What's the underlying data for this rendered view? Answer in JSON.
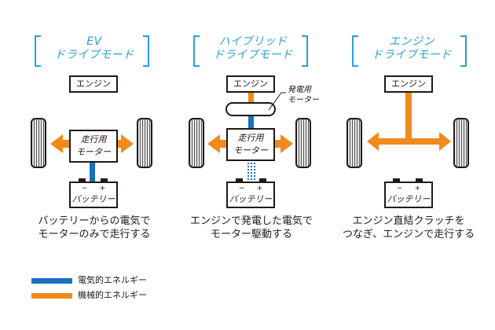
{
  "colors": {
    "electric": "#1a6fbf",
    "mechanical": "#f08a1c",
    "accent": "#2a9fd8"
  },
  "modes": [
    {
      "title_line1": "EV",
      "title_line2": "ドライブモード",
      "engine": "エンジン",
      "motor_line1": "走行用",
      "motor_line2": "モーター",
      "battery_minus": "−",
      "battery_plus": "+",
      "battery": "バッテリー",
      "caption_line1": "バッテリーからの電気で",
      "caption_line2": "モーターのみで走行する"
    },
    {
      "title_line1": "ハイブリッド",
      "title_line2": "ドライブモード",
      "engine": "エンジン",
      "generator_label_line1": "発電用",
      "generator_label_line2": "モーター",
      "motor_line1": "走行用",
      "motor_line2": "モーター",
      "battery_minus": "−",
      "battery_plus": "+",
      "battery": "バッテリー",
      "caption_line1": "エンジンで発電した電気で",
      "caption_line2": "モーター駆動する"
    },
    {
      "title_line1": "エンジン",
      "title_line2": "ドライブモード",
      "engine": "エンジン",
      "battery_minus": "−",
      "battery_plus": "+",
      "battery": "バッテリー",
      "caption_line1": "エンジン直結クラッチを",
      "caption_line2": "つなぎ、エンジンで走行する"
    }
  ],
  "legend": [
    {
      "label": "電気的エネルギー",
      "color": "#1a6fbf"
    },
    {
      "label": "機械的エネルギー",
      "color": "#f08a1c"
    }
  ]
}
